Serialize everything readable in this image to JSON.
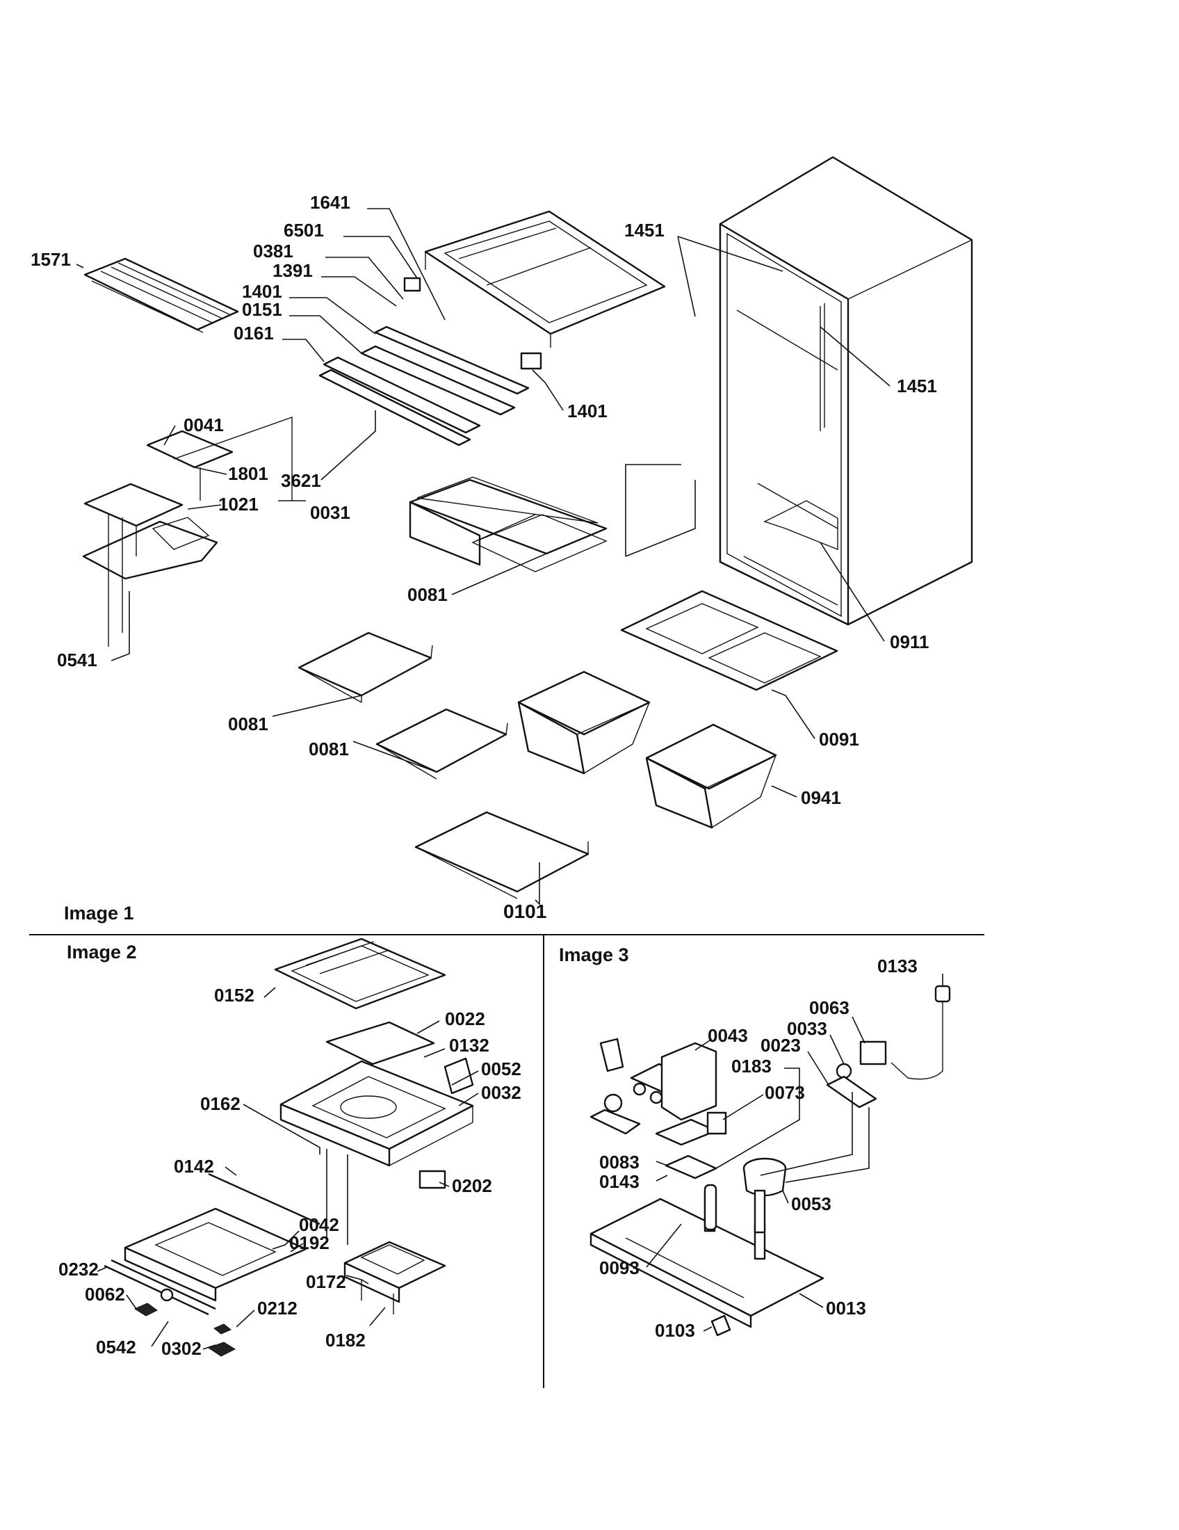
{
  "sections": {
    "image1": "Image 1",
    "image2": "Image 2",
    "image3": "Image 3"
  },
  "labels": {
    "p1641": "1641",
    "p6501": "6501",
    "p0381": "0381",
    "p1391": "1391",
    "p1401a": "1401",
    "p0151": "0151",
    "p0161": "0161",
    "p1571": "1571",
    "p1451a": "1451",
    "p1451b": "1451",
    "p1401b": "1401",
    "p0041": "0041",
    "p1801": "1801",
    "p1021": "1021",
    "p3621": "3621",
    "p0031": "0031",
    "p0541": "0541",
    "p0081a": "0081",
    "p0081b": "0081",
    "p0081c": "0081",
    "p0911": "0911",
    "p0091": "0091",
    "p0941": "0941",
    "p0101": "0101",
    "p0152": "0152",
    "p0022": "0022",
    "p0132": "0132",
    "p0052": "0052",
    "p0032": "0032",
    "p0162": "0162",
    "p0142": "0142",
    "p0202": "0202",
    "p0042": "0042",
    "p0192": "0192",
    "p0232": "0232",
    "p0172": "0172",
    "p0062": "0062",
    "p0212": "0212",
    "p0182": "0182",
    "p0542": "0542",
    "p0302": "0302",
    "p0133": "0133",
    "p0063": "0063",
    "p0043": "0043",
    "p0033": "0033",
    "p0023": "0023",
    "p0183": "0183",
    "p0073": "0073",
    "p0083": "0083",
    "p0143": "0143",
    "p0053": "0053",
    "p0093": "0093",
    "p0013": "0013",
    "p0103": "0103"
  }
}
